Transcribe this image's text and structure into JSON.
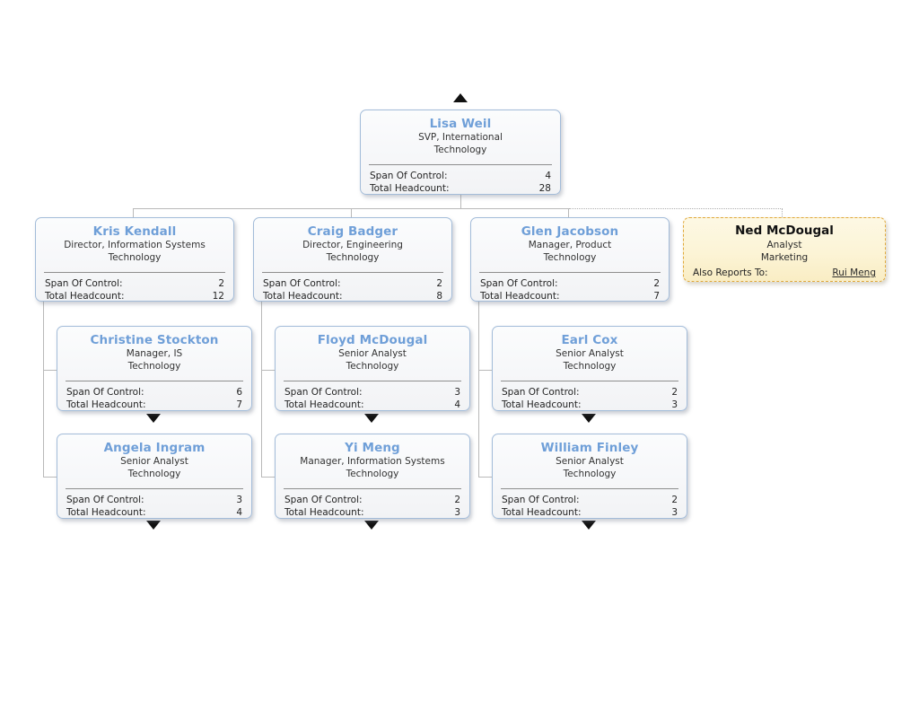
{
  "chart": {
    "type": "org-chart",
    "labels": {
      "span_of_control": "Span Of Control:",
      "total_headcount": "Total Headcount:",
      "also_reports_to": "Also Reports To:"
    },
    "colors": {
      "node_name": "#6f9fd8",
      "node_border": "#a3bcd9",
      "alt_border": "#e0a93c",
      "alt_background": "#fcf4d6",
      "connector": "#b9b9b9"
    },
    "nodes": [
      {
        "id": "lisa-weil",
        "name": "Lisa Weil",
        "title": "SVP, International",
        "department": "Technology",
        "span_of_control": "4",
        "total_headcount": "28",
        "has_parent_indicator": true,
        "has_children_indicator": false
      },
      {
        "id": "kris-kendall",
        "name": "Kris Kendall",
        "title": "Director, Information Systems",
        "department": "Technology",
        "span_of_control": "2",
        "total_headcount": "12",
        "has_parent_indicator": false,
        "has_children_indicator": false
      },
      {
        "id": "craig-badger",
        "name": "Craig Badger",
        "title": "Director, Engineering",
        "department": "Technology",
        "span_of_control": "2",
        "total_headcount": "8",
        "has_parent_indicator": false,
        "has_children_indicator": false
      },
      {
        "id": "glen-jacobson",
        "name": "Glen Jacobson",
        "title": "Manager, Product",
        "department": "Technology",
        "span_of_control": "2",
        "total_headcount": "7",
        "has_parent_indicator": false,
        "has_children_indicator": false
      },
      {
        "id": "christine-stockton",
        "name": "Christine Stockton",
        "title": "Manager, IS",
        "department": "Technology",
        "span_of_control": "6",
        "total_headcount": "7",
        "has_parent_indicator": false,
        "has_children_indicator": true
      },
      {
        "id": "floyd-mcdougal",
        "name": "Floyd McDougal",
        "title": "Senior Analyst",
        "department": "Technology",
        "span_of_control": "3",
        "total_headcount": "4",
        "has_parent_indicator": false,
        "has_children_indicator": true
      },
      {
        "id": "earl-cox",
        "name": "Earl Cox",
        "title": "Senior Analyst",
        "department": "Technology",
        "span_of_control": "2",
        "total_headcount": "3",
        "has_parent_indicator": false,
        "has_children_indicator": true
      },
      {
        "id": "angela-ingram",
        "name": "Angela Ingram",
        "title": "Senior Analyst",
        "department": "Technology",
        "span_of_control": "3",
        "total_headcount": "4",
        "has_parent_indicator": false,
        "has_children_indicator": true
      },
      {
        "id": "yi-meng",
        "name": "Yi Meng",
        "title": "Manager, Information Systems",
        "department": "Technology",
        "span_of_control": "2",
        "total_headcount": "3",
        "has_parent_indicator": false,
        "has_children_indicator": true
      },
      {
        "id": "william-finley",
        "name": "William Finley",
        "title": "Senior Analyst",
        "department": "Technology",
        "span_of_control": "2",
        "total_headcount": "3",
        "has_parent_indicator": false,
        "has_children_indicator": true
      }
    ],
    "alt_node": {
      "id": "ned-mcdougal",
      "name": "Ned McDougal",
      "title": "Analyst",
      "department": "Marketing",
      "also_reports_to_label": "Also Reports To:",
      "also_reports_to_person": "Rui Meng"
    }
  }
}
